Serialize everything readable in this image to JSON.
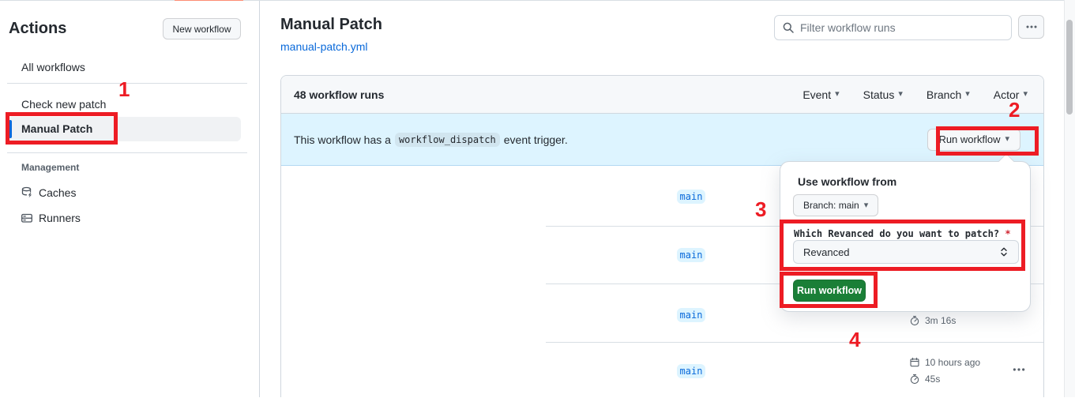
{
  "colors": {
    "annotation_red": "#ed1c24",
    "tab_accent_orange": "#fd8c73",
    "banner_blue_bg": "#ddf4ff",
    "link_blue": "#0969da",
    "run_button_green": "#1a7f37",
    "branch_badge_bg": "#ddf4ff",
    "header_gray_bg": "#f6f8fa"
  },
  "glyphs": {
    "caret_down": "▾"
  },
  "annotations": {
    "steps": [
      "1",
      "2",
      "3",
      "4"
    ]
  },
  "sidebar": {
    "title": "Actions",
    "new_workflow_label": "New workflow",
    "items": [
      {
        "label": "All workflows"
      },
      {
        "label": "Check new patch"
      },
      {
        "label": "Manual Patch",
        "selected": true
      }
    ],
    "management": {
      "label": "Management",
      "items": [
        {
          "label": "Caches",
          "icon": "cache-database-icon"
        },
        {
          "label": "Runners",
          "icon": "server-rack-icon"
        }
      ]
    }
  },
  "header": {
    "title": "Manual Patch",
    "file_link": "manual-patch.yml",
    "filter_placeholder": "Filter workflow runs"
  },
  "runs_table": {
    "count_label": "48 workflow runs",
    "filters": [
      {
        "label": "Event"
      },
      {
        "label": "Status"
      },
      {
        "label": "Branch"
      },
      {
        "label": "Actor"
      }
    ],
    "banner": {
      "text_before": "This workflow has a",
      "code": "workflow_dispatch",
      "text_after": "event trigger.",
      "run_button_label": "Run workflow"
    },
    "rows": [
      {
        "branch": "main"
      },
      {
        "branch": "main"
      },
      {
        "branch": "main",
        "duration": "3m 16s"
      },
      {
        "branch": "main",
        "time": "10 hours ago",
        "duration": "45s"
      }
    ]
  },
  "run_dialog": {
    "from_label": "Use workflow from",
    "branch_button_label": "Branch: main",
    "input_label": "Which Revanced do you want to patch?",
    "required_mark": "*",
    "select_value": "Revanced",
    "submit_label": "Run workflow"
  }
}
